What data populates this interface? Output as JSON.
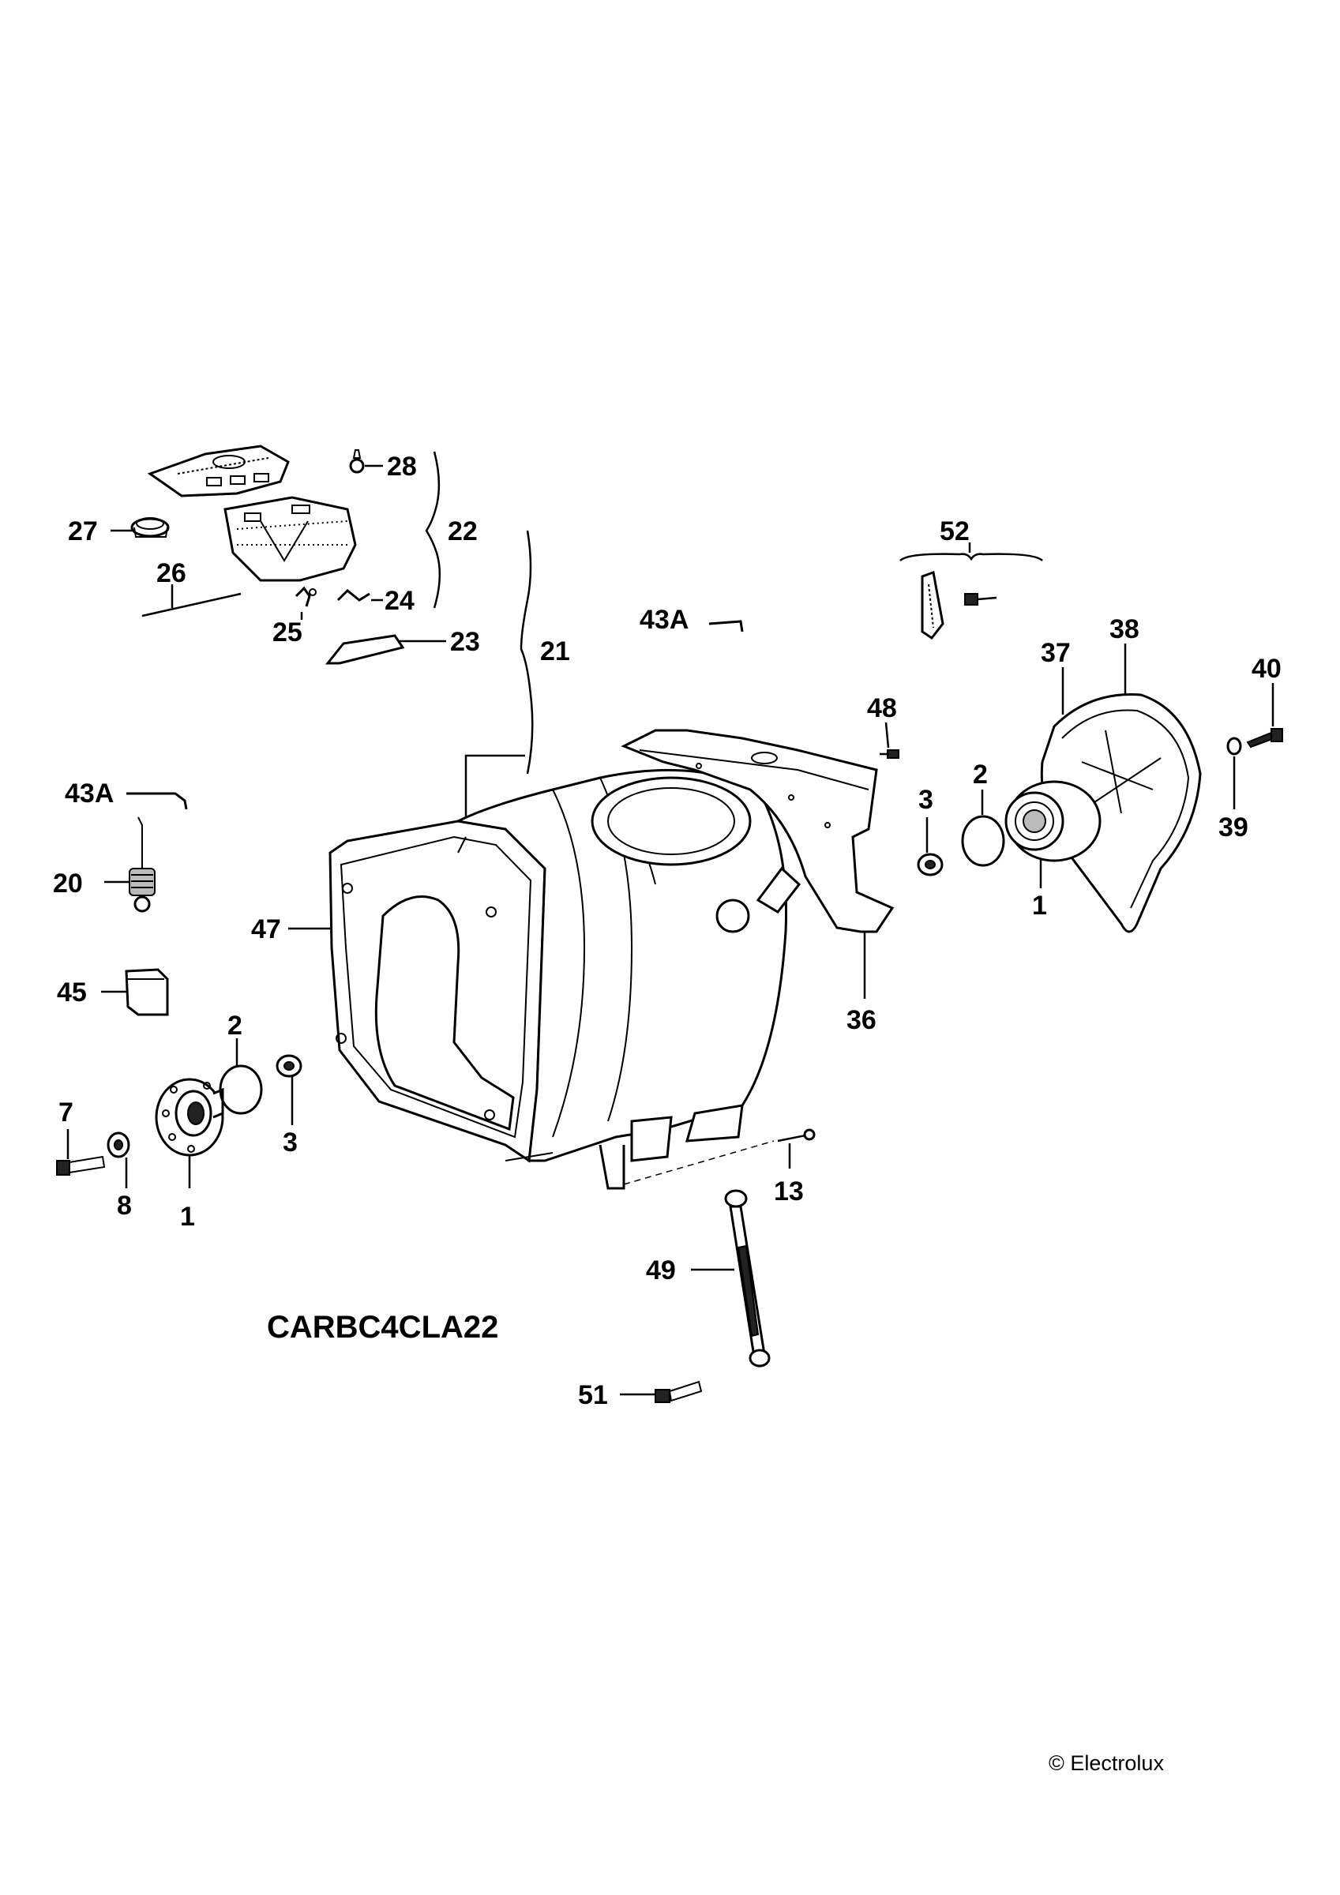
{
  "drawing_code": "CARBC4CLA22",
  "copyright": "© Electrolux",
  "callouts": [
    {
      "id": "c28",
      "text": "28"
    },
    {
      "id": "c22",
      "text": "22"
    },
    {
      "id": "c27",
      "text": "27"
    },
    {
      "id": "c26",
      "text": "26"
    },
    {
      "id": "c24",
      "text": "24"
    },
    {
      "id": "c25",
      "text": "25"
    },
    {
      "id": "c23",
      "text": "23"
    },
    {
      "id": "c21",
      "text": "21"
    },
    {
      "id": "c43a_top",
      "text": "43A"
    },
    {
      "id": "c52",
      "text": "52"
    },
    {
      "id": "c37",
      "text": "37"
    },
    {
      "id": "c38",
      "text": "38"
    },
    {
      "id": "c40",
      "text": "40"
    },
    {
      "id": "c48",
      "text": "48"
    },
    {
      "id": "c2_right",
      "text": "2"
    },
    {
      "id": "c3_right",
      "text": "3"
    },
    {
      "id": "c39",
      "text": "39"
    },
    {
      "id": "c1_right",
      "text": "1"
    },
    {
      "id": "c43a_left",
      "text": "43A"
    },
    {
      "id": "c20",
      "text": "20"
    },
    {
      "id": "c47",
      "text": "47"
    },
    {
      "id": "c36",
      "text": "36"
    },
    {
      "id": "c45",
      "text": "45"
    },
    {
      "id": "c2_left",
      "text": "2"
    },
    {
      "id": "c3_left",
      "text": "3"
    },
    {
      "id": "c7",
      "text": "7"
    },
    {
      "id": "c8",
      "text": "8"
    },
    {
      "id": "c1_left",
      "text": "1"
    },
    {
      "id": "c13",
      "text": "13"
    },
    {
      "id": "c49",
      "text": "49"
    },
    {
      "id": "c51",
      "text": "51"
    }
  ]
}
